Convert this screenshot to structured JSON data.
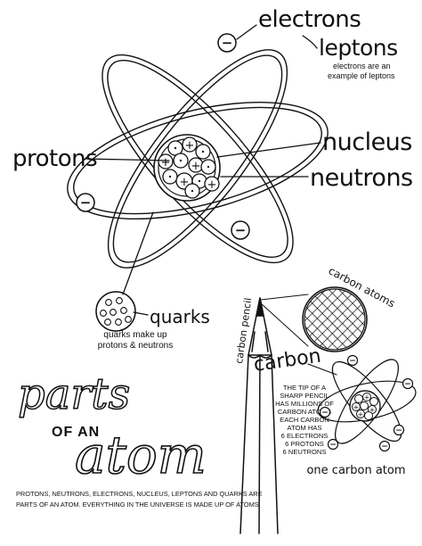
{
  "main_atom": {
    "labels": {
      "electrons": "electrons",
      "leptons": "leptons",
      "leptons_note_1": "electrons are an",
      "leptons_note_2": "example of leptons",
      "protons": "protons",
      "nucleus": "nucleus",
      "neutrons": "neutrons",
      "quarks": "quarks",
      "quarks_note_1": "quarks make up",
      "quarks_note_2": "protons & neutrons"
    },
    "electron_sign": "−",
    "proton_sign": "+"
  },
  "title": {
    "line1": "parts",
    "line2": "OF AN",
    "line3": "atom"
  },
  "pencil": {
    "label": "carbon pencil"
  },
  "carbon": {
    "label": "carbon",
    "atoms_label": "carbon atoms",
    "description": [
      "THE TIP OF A",
      "SHARP PENCIL",
      "HAS MILLIONS OF",
      "CARBON ATOMS",
      "EACH CARBON",
      "ATOM HAS",
      "6 ELECTRONS",
      "6 PROTONS",
      "6 NEUTRONS"
    ],
    "one_atom_label": "one carbon atom"
  },
  "footer": {
    "line1": "PROTONS, NEUTRONS, ELECTRONS, NUCLEUS, LEPTONS AND QUARKS ARE",
    "line2": "PARTS OF AN ATOM. EVERYTHING IN THE UNIVERSE IS MADE UP OF ATOMS"
  }
}
